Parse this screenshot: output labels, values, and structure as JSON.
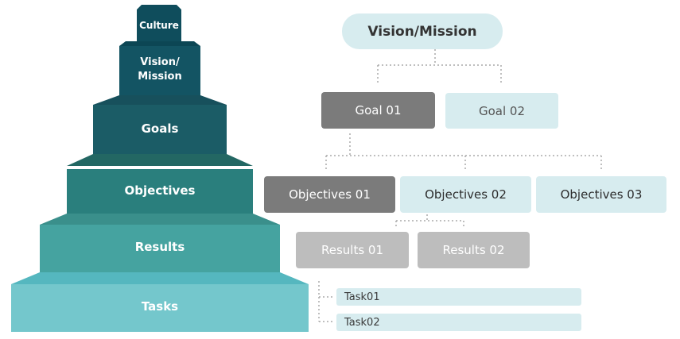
{
  "pyramid": {
    "tiers": [
      {
        "label": "Culture",
        "color": "#0f4d5c"
      },
      {
        "label": "Vision/ Mission",
        "color": "#135463"
      },
      {
        "label": "Goals",
        "color": "#1b5c66"
      },
      {
        "label": "Objectives",
        "color": "#2a7f7d"
      },
      {
        "label": "Results",
        "color": "#45a3a0"
      },
      {
        "label": "Tasks",
        "color": "#74c7cc"
      }
    ]
  },
  "tree": {
    "root": "Vision/Mission",
    "goals": [
      "Goal 01",
      "Goal 02"
    ],
    "objectives": [
      "Objectives 01",
      "Objectives 02",
      "Objectives 03"
    ],
    "results": [
      "Results 01",
      "Results 02"
    ],
    "tasks": [
      "Task01",
      "Task02"
    ]
  },
  "colors": {
    "highlight": "#7b7b7b",
    "light_box": "#d7ecef",
    "muted_box": "#bdbdbd",
    "connector": "#aaaaaa"
  }
}
